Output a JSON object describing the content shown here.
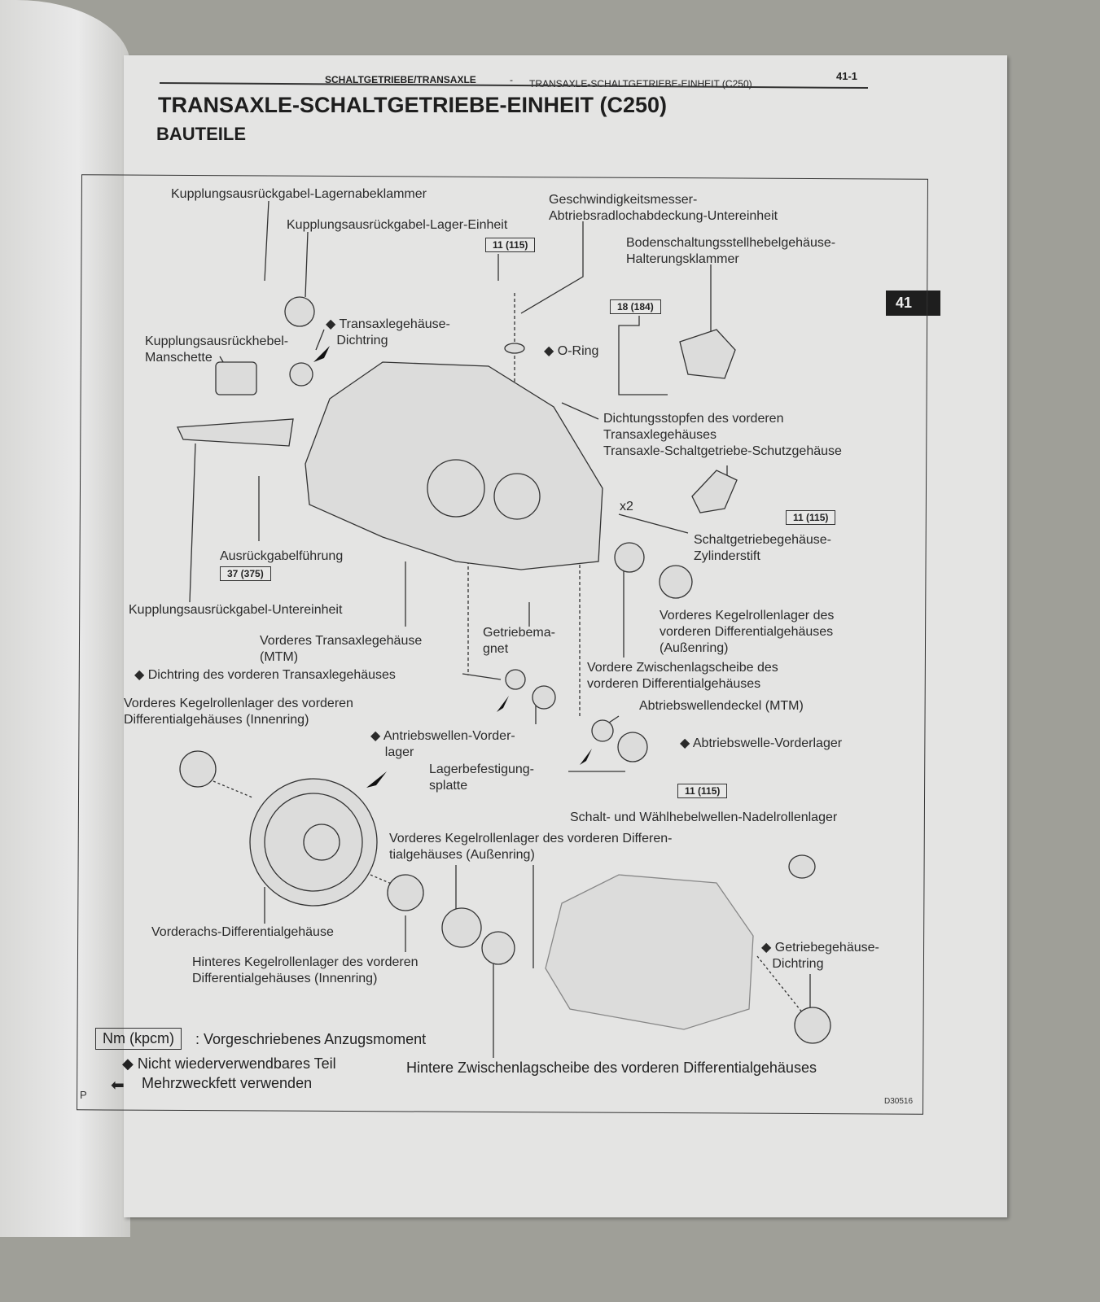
{
  "header": {
    "section": "SCHALTGETRIEBE/TRANSAXLE",
    "separator": "-",
    "topic": "TRANSAXLE-SCHALTGETRIEBE-EINHEIT (C250)",
    "page_number": "41-1"
  },
  "title": "TRANSAXLE-SCHALTGETRIEBE-EINHEIT (C250)",
  "subtitle": "BAUTEILE",
  "chapter_tab": "41",
  "labels": [
    "Kupplungsausrückgabel-Lagernabeklammer",
    "Kupplungsausrückgabel-Lager-Einheit",
    "Geschwindigkeitsmesser-\nAbtriebsradlochabdeckung-Untereinheit",
    "Bodenschaltungsstellhebelgehäuse-\nHalterungsklammer",
    "◆ Transaxlegehäuse-\n   Dichtring",
    "Kupplungsausrückhebel-\nManschette",
    "◆ O-Ring",
    "Dichtungsstopfen des vorderen\nTransaxlegehäuses",
    "Transaxle-Schaltgetriebe-Schutzgehäuse",
    "x2",
    "Schaltgetriebegehäuse-\nZylinderstift",
    "Ausrückgabelführung",
    "Kupplungsausrückgabel-Untereinheit",
    "Vorderes Transaxlegehäuse\n(MTM)",
    "Getriebema-\ngnet",
    "Vorderes Kegelrollenlager des\nvorderen Differentialgehäuses\n(Außenring)",
    "◆ Dichtring des vorderen Transaxlegehäuses",
    "Vordere Zwischenlagscheibe des\nvorderen Differentialgehäuses",
    "Vorderes Kegelrollenlager des vorderen\nDifferentialgehäuses (Innenring)",
    "Abtriebswellendeckel (MTM)",
    "◆ Antriebswellen-Vorder-\n    lager",
    "◆ Abtriebswelle-Vorderlager",
    "Lagerbefestigung-\nsplatte",
    "Schalt- und Wählhebelwellen-Nadelrollenlager",
    "Vorderes Kegelrollenlager des vorderen Differen-\ntialgehäuses (Außenring)",
    "Vorderachs-Differentialgehäuse",
    "Hinteres Kegelrollenlager des vorderen\nDifferentialgehäuses (Innenring)",
    "◆ Getriebegehäuse-\n   Dichtring",
    "Hintere Zwischenlagscheibe des vorderen Differentialgehäuses"
  ],
  "torque_values": [
    "11 (115)",
    "18 (184)",
    "11 (115)",
    "37 (375)",
    "11 (115)"
  ],
  "legend": {
    "key": "Nm (kpcm)",
    "torque_text": ": Vorgeschriebenes Anzugsmoment",
    "non_reusable": "◆ Nicht wiederverwendbares Teil",
    "grease": "Mehrzweckfett verwenden"
  },
  "figure_code": "D30516",
  "corner_mark": "P"
}
